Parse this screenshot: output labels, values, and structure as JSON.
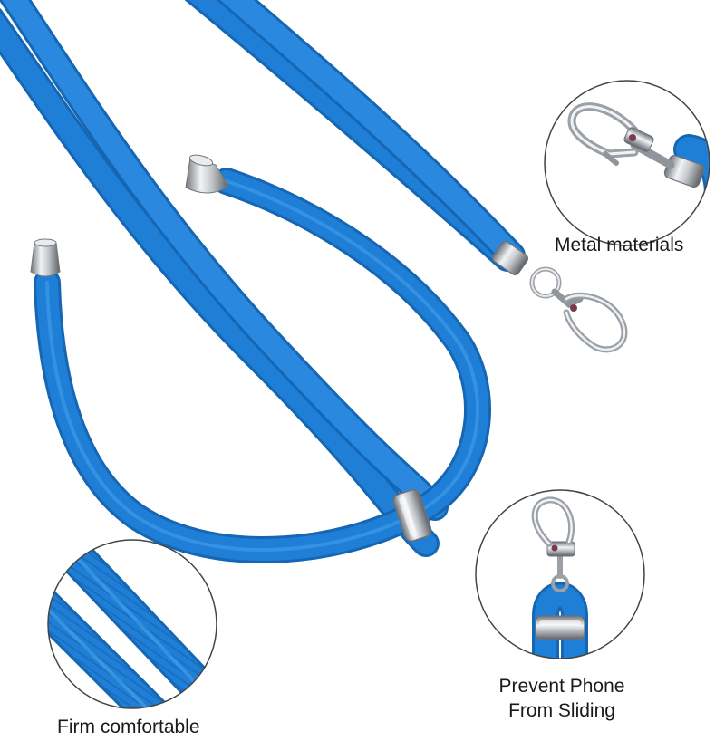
{
  "features": {
    "metal": {
      "label": "Metal materials",
      "icon": "carabiner-clasp-icon"
    },
    "firm": {
      "label": "Firm comfortable",
      "icon": "braided-cord-closeup-icon"
    },
    "prevent": {
      "line1": "Prevent Phone",
      "line2": "From Sliding",
      "icon": "clasp-with-slider-icon"
    }
  },
  "colors": {
    "cord": "#1f7fd6",
    "cord_dark": "#1566b3",
    "cord_light": "#4aa3f0",
    "metal": "#c9ccd1",
    "metal_dark": "#7d8289",
    "circle_border": "#444444",
    "text": "#1a1a1a"
  }
}
